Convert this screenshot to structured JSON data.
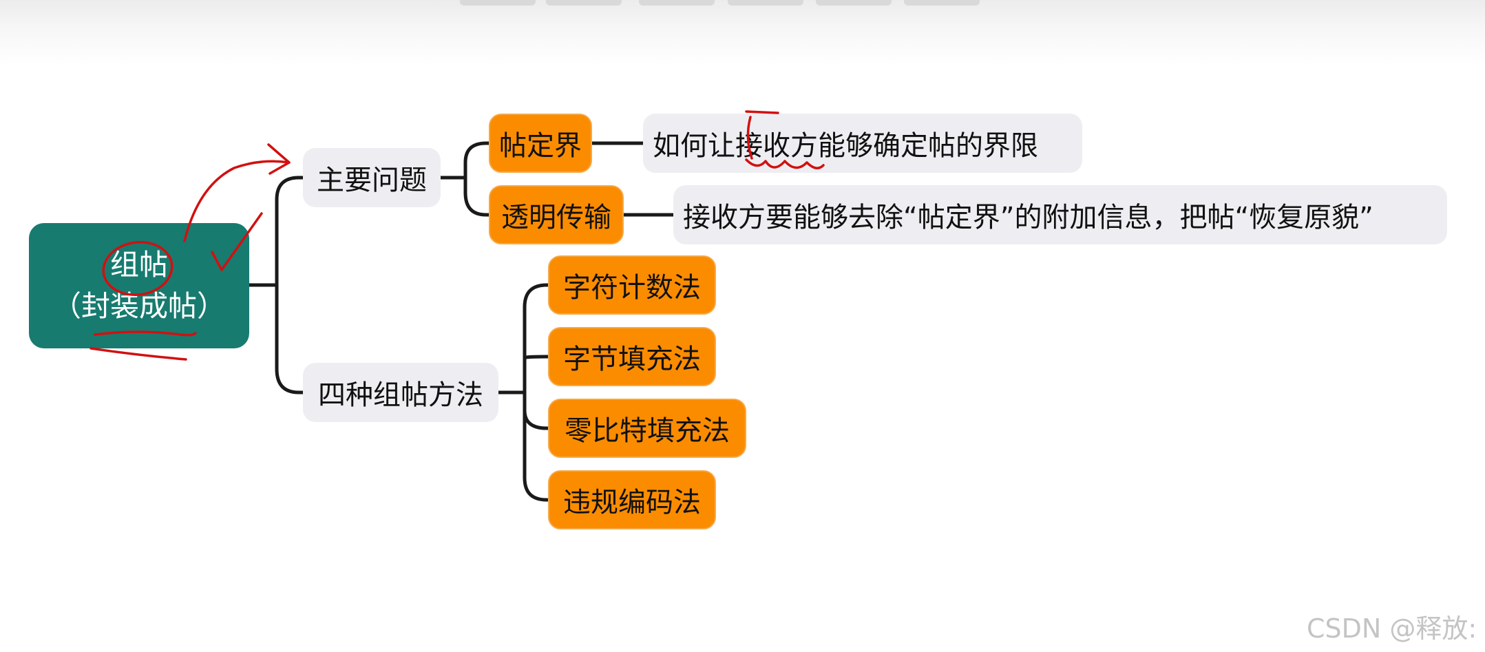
{
  "root": {
    "line1": "组帖",
    "line2": "（封装成帖）"
  },
  "branches": [
    {
      "label": "主要问题",
      "children": [
        {
          "label": "帖定界",
          "desc": "如何让接收方能够确定帖的界限"
        },
        {
          "label": "透明传输",
          "desc": "接收方要能够去除“帖定界”的附加信息，把帖“恢复原貌”"
        }
      ]
    },
    {
      "label": "四种组帖方法",
      "children": [
        {
          "label": "字符计数法"
        },
        {
          "label": "字节填充法"
        },
        {
          "label": "零比特填充法"
        },
        {
          "label": "违规编码法"
        }
      ]
    }
  ],
  "watermark": "CSDN @释放:",
  "colors": {
    "root": "#177b70",
    "leaf": "#fb8c00",
    "category": "#eeeef2",
    "annotation": "#d21010"
  }
}
